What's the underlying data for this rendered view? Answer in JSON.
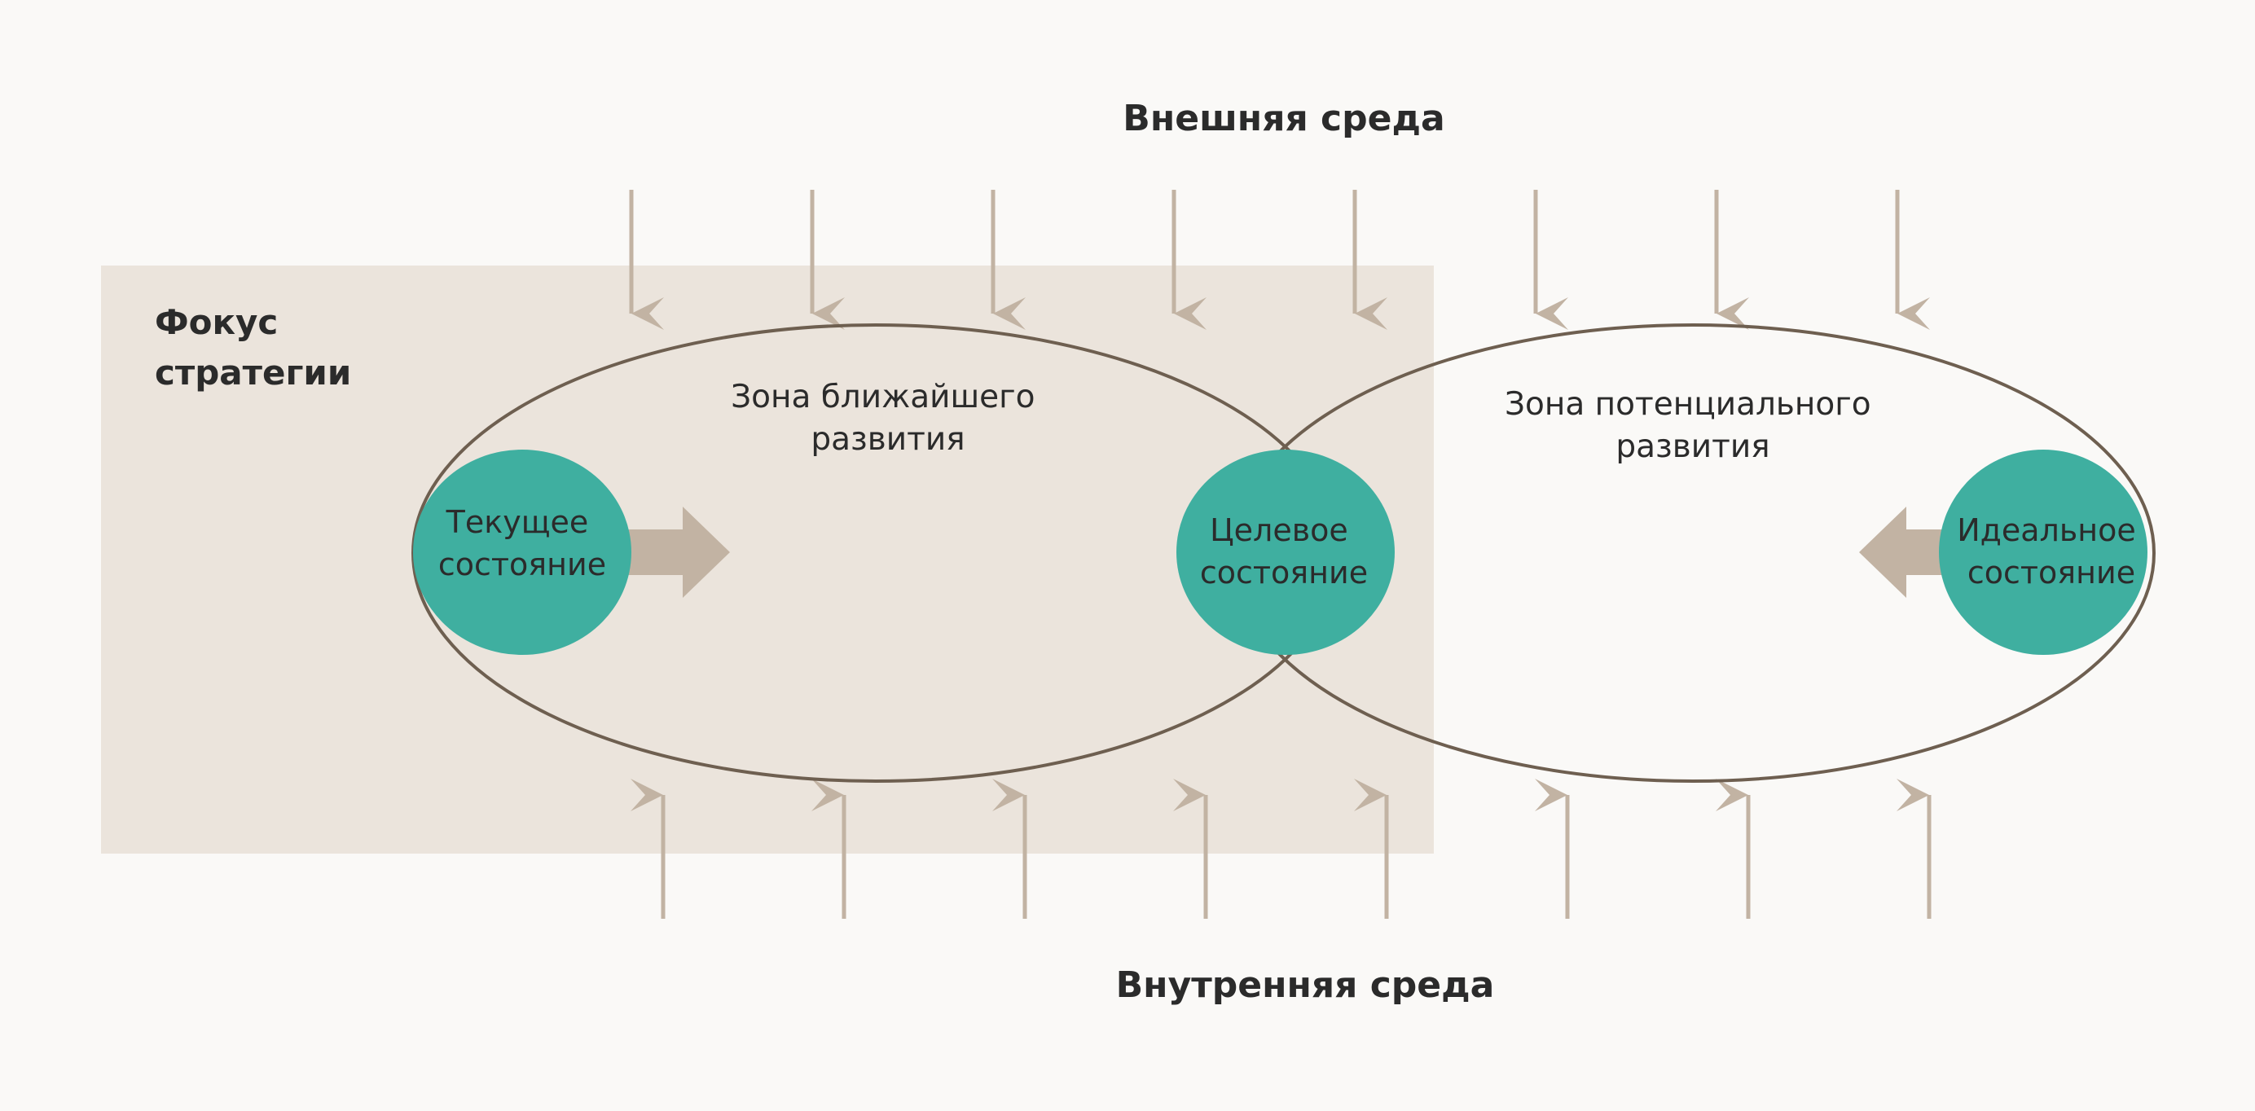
{
  "title_external": "Внешняя среда",
  "title_internal": "Внутренняя среда",
  "focus": {
    "line1": "Фокус",
    "line2": "стратегии"
  },
  "zones": {
    "near": {
      "line1": "Зона ближайшего",
      "line2": "развития"
    },
    "potential": {
      "line1": "Зона потенциального",
      "line2": "развития"
    }
  },
  "states": {
    "current": {
      "line1": "Текущее",
      "line2": "состояние"
    },
    "target": {
      "line1": "Целевое",
      "line2": "состояние"
    },
    "ideal": {
      "line1": "Идеальное",
      "line2": "состояние"
    }
  },
  "colors": {
    "background": "#faf9f7",
    "focus_area": "#ebe4dc",
    "ellipse_stroke": "#6e5f50",
    "state_fill": "#3fafa0",
    "arrow": "#c2b3a3",
    "text": "#2b2b2b"
  }
}
